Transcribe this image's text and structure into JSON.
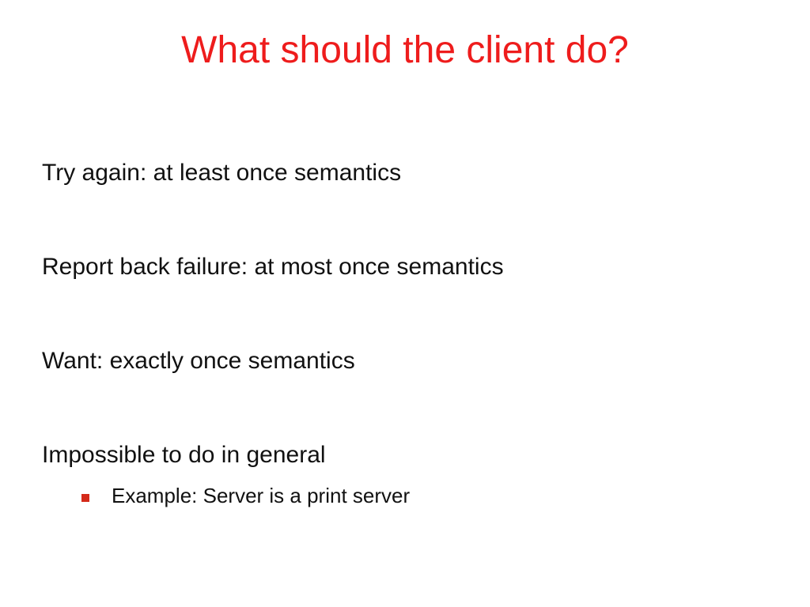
{
  "slide": {
    "title": "What should the client do?",
    "points": [
      "Try again: at least once semantics",
      "Report back failure: at most once semantics",
      "Want: exactly once semantics",
      "Impossible to do in general"
    ],
    "sub_points": [
      "Example: Server is a print server"
    ],
    "colors": {
      "title": "#ee1c1c",
      "bullet": "#d42a1a",
      "text": "#111111",
      "background": "#ffffff"
    },
    "bullet_icon": "square-bullet-icon"
  }
}
